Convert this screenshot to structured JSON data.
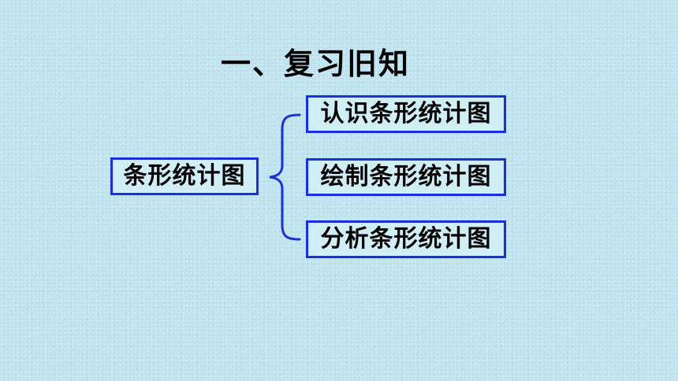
{
  "title": "一、复习旧知",
  "diagram": {
    "root": "条形统计图",
    "branches": [
      "认识条形统计图",
      "绘制条形统计图",
      "分析条形统计图"
    ]
  },
  "colors": {
    "background": "#bfe3ef",
    "box_border": "#1a2fe0",
    "box_fill": "#cfeef6",
    "brace": "#1a2fe0"
  }
}
